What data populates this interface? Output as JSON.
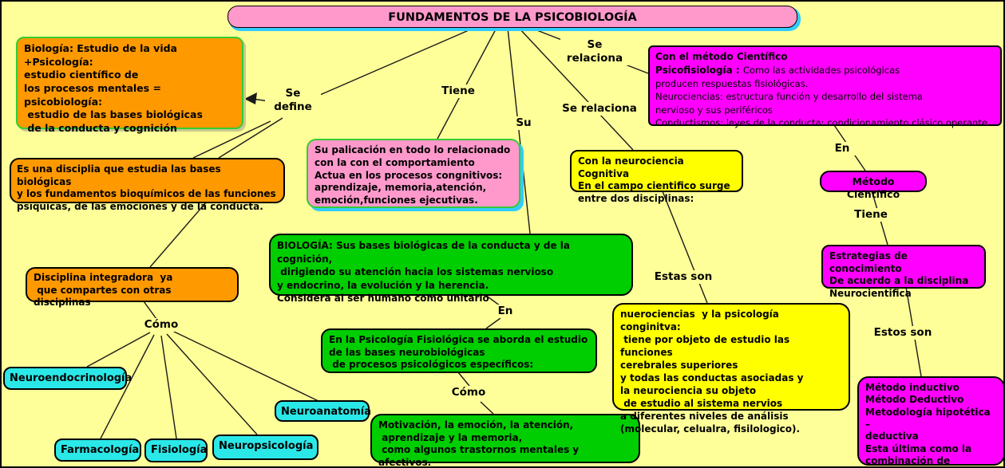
{
  "title": "FUNDAMENTOS DE LA PSICOBIOLOGÍA",
  "nodes": {
    "definition": "Biología: Estudio de la vida +Psicología:\nestudio científico de\nlos procesos mentales = psicobiología:\n estudio de las bases biológicas\n de la conducta y cognición",
    "disciplina": "Es una disciplia que estudia las bases biológicas\ny los fundamentos bioquímicos de las funciones\npsíquicas, de las emociones y de la conducta.",
    "aplicacion": "Su palicación en todo lo relacionado\ncon la con el comportamiento\nActua en los procesos congnitivos:\naprendizaje, memoria,atención,\nemoción,funciones ejecutivas.",
    "metodo_cientifico_info": {
      "line1": "Con el método Científico",
      "line2_bold": "Psicofisiología : ",
      "line2_rest": "Como las actividades psicológicas",
      "rest": "producen respuestas fisiológicas.\nNeurociencias: estructura función y desarrollo del sistema\nnervioso y sus periféricos\nConductismos: leyes de la conducta: condicionamiento clásico operante"
    },
    "neurociencia_cognitiva": "Con la neurociencia Cognitiva\nEn el campo cientifico surge\nentre dos disciplinas:",
    "biologia": "BIOLOGÍA: Sus bases biológicas de la conducta y de la cognición,\n dirigiendo su atención hacia los sistemas nervioso\ny endocrino, la evolución y la herencia.\nConsidera al ser humano como unitario",
    "psicologia_fisiologica": "En la Psicología Fisiológica se aborda el estudio\nde las bases neurobiológicas\n de procesos psicológicos específicos:",
    "motivacion": "Motivación, la emoción, la atención,\n aprendizaje y la memoria,\n como algunos trastornos mentales y afectivos.",
    "neurociencias_psicologia": "nuerociencias  y la psicología conginitva:\n tiene por objeto de estudio las funciones\ncerebrales superiores\ny todas las conductas asociadas y\nla neurociencia su objeto\n de estudio al sistema nervios\na diferentes niveles de análisis\n(molecular, celualra, fisilologico).",
    "metodo_cientifico": "Método Científico",
    "estrategias": "Estrategias de conocimiento\nDe acuerdo a la disciplina\nNeurocientifica",
    "metodos": "Método inductivo\nMétodo Deductivo\nMetodología hipotética –\ndeductiva\nEsta última como la\ncombinación de\nlas anteriores.",
    "disciplina_integradora": "Disciplina integradora  ya\n que compartes con otras disciplinas",
    "neuroendocrinologia": "Neuroendocrinología",
    "neuroanatomia": "Neuroanatomía",
    "farmacologia": "Farmacología",
    "fisiologia": "Fisiología",
    "neuropsicologia": "Neuropsicología"
  },
  "labels": {
    "se_define": "Se\ndefine",
    "tiene_top": "Tiene",
    "su": "Su",
    "se_relaciona_top": "Se\nrelaciona",
    "se_relaciona_mid": "Se relaciona",
    "en_right": "En",
    "tiene_right": "Tiene",
    "estas_son": "Estas son",
    "estos_son": "Estos son",
    "en_center": "En",
    "como_left": "Cómo",
    "como_center": "Cómo"
  },
  "colors": {
    "background": "#FFFF99",
    "orange": "#FF9900",
    "pink": "#FF99CC",
    "magenta": "#FF00FF",
    "yellow": "#FFFF00",
    "green": "#00CE00",
    "cyan": "#2BE8E8",
    "title_shadow": "#33CCFF",
    "green_border": "#33CC33",
    "line": "#1A1A1A"
  }
}
